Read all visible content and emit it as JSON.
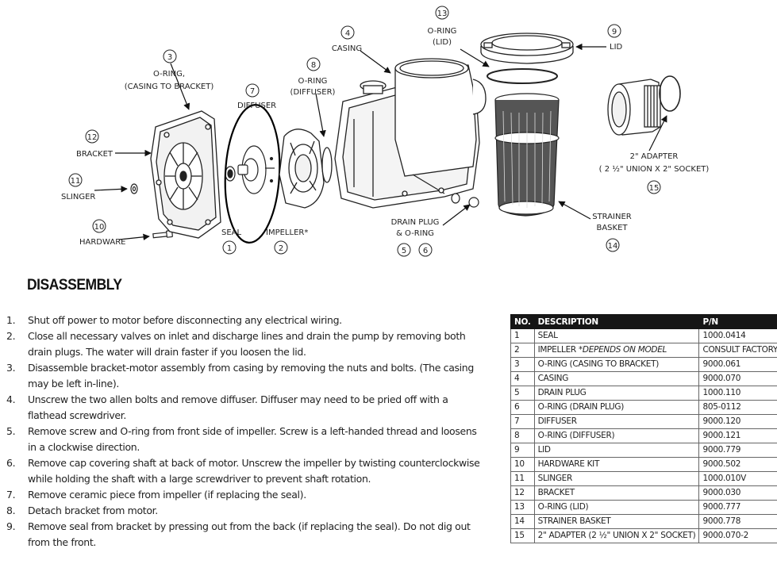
{
  "diagram": {
    "labels": {
      "seal": "SEAL",
      "impeller": "IMPELLER*",
      "oring_casing_to_bracket_l1": "O-RING,",
      "oring_casing_to_bracket_l2": "(CASING TO BRACKET)",
      "casing": "CASING",
      "drain_plug_l1": "DRAIN PLUG",
      "drain_plug_l2": "& O-RING",
      "diffuser_top": "DIFFUSER",
      "oring_diffuser_l1": "O-RING",
      "oring_diffuser_l2": "(DIFFUSER)",
      "lid": "LID",
      "hardware": "HARDWARE",
      "slinger": "SLINGER",
      "bracket": "BRACKET",
      "oring_lid_l1": "O-RING",
      "oring_lid_l2": "(LID)",
      "strainer_l1": "STRAINER",
      "strainer_l2": "BASKET",
      "adapter_l1": "2\" ADAPTER",
      "adapter_l2": "( 2 ½\" UNION X 2\" SOCKET)"
    },
    "callouts": [
      "1",
      "2",
      "3",
      "4",
      "5",
      "6",
      "7",
      "8",
      "9",
      "10",
      "11",
      "12",
      "13",
      "14",
      "15"
    ]
  },
  "heading": "DISASSEMBLY",
  "steps": [
    {
      "num": "1.",
      "text": "Shut off power to motor before disconnecting any electrical wiring."
    },
    {
      "num": "2.",
      "text": "Close all necessary valves on inlet and discharge lines and drain the pump by removing both drain plugs. The water will drain faster if you loosen the lid."
    },
    {
      "num": "3.",
      "text": "Disassemble bracket-motor assembly from casing by removing the nuts and bolts. (The casing may be left in-line)."
    },
    {
      "num": "4.",
      "text": "Unscrew the two allen bolts and remove diffuser. Diffuser may need to be pried off with a flathead screwdriver."
    },
    {
      "num": "5.",
      "text": "Remove screw and O-ring from front side of impeller. Screw is a left-handed thread and loosens in a clockwise direction."
    },
    {
      "num": "6.",
      "text": "Remove cap covering shaft at back of motor. Unscrew the impeller by twisting counterclockwise while holding the shaft with a large screwdriver to prevent shaft rotation."
    },
    {
      "num": "7.",
      "text": "Remove ceramic piece from impeller (if replacing the seal)."
    },
    {
      "num": "8.",
      "text": "Detach bracket from motor."
    },
    {
      "num": "9.",
      "text": "Remove seal from bracket by pressing out from the back (if replacing the seal). Do not dig out from the front."
    }
  ],
  "table": {
    "headers": [
      "NO.",
      "DESCRIPTION",
      "P/N"
    ],
    "rows": [
      {
        "no": "1",
        "desc": "SEAL",
        "note": "",
        "pn": "1000.0414"
      },
      {
        "no": "2",
        "desc": "IMPELLER ",
        "note": "*DEPENDS ON MODEL",
        "pn": "CONSULT FACTORY"
      },
      {
        "no": "3",
        "desc": "O-RING (CASING TO BRACKET)",
        "note": "",
        "pn": "9000.061"
      },
      {
        "no": "4",
        "desc": "CASING",
        "note": "",
        "pn": "9000.070"
      },
      {
        "no": "5",
        "desc": "DRAIN PLUG",
        "note": "",
        "pn": "1000.110"
      },
      {
        "no": "6",
        "desc": "O-RING (DRAIN PLUG)",
        "note": "",
        "pn": "805-0112"
      },
      {
        "no": "7",
        "desc": "DIFFUSER",
        "note": "",
        "pn": "9000.120"
      },
      {
        "no": "8",
        "desc": "O-RING (DIFFUSER)",
        "note": "",
        "pn": "9000.121"
      },
      {
        "no": "9",
        "desc": "LID",
        "note": "",
        "pn": "9000.779"
      },
      {
        "no": "10",
        "desc": "HARDWARE KIT",
        "note": "",
        "pn": "9000.502"
      },
      {
        "no": "11",
        "desc": "SLINGER",
        "note": "",
        "pn": "1000.010V"
      },
      {
        "no": "12",
        "desc": "BRACKET",
        "note": "",
        "pn": "9000.030"
      },
      {
        "no": "13",
        "desc": "O-RING (LID)",
        "note": "",
        "pn": "9000.777"
      },
      {
        "no": "14",
        "desc": "STRAINER BASKET",
        "note": "",
        "pn": "9000.778"
      },
      {
        "no": "15",
        "desc": "2\" ADAPTER (2 ½\" UNION X 2\" SOCKET)",
        "note": "",
        "pn": "9000.070-2"
      }
    ]
  }
}
